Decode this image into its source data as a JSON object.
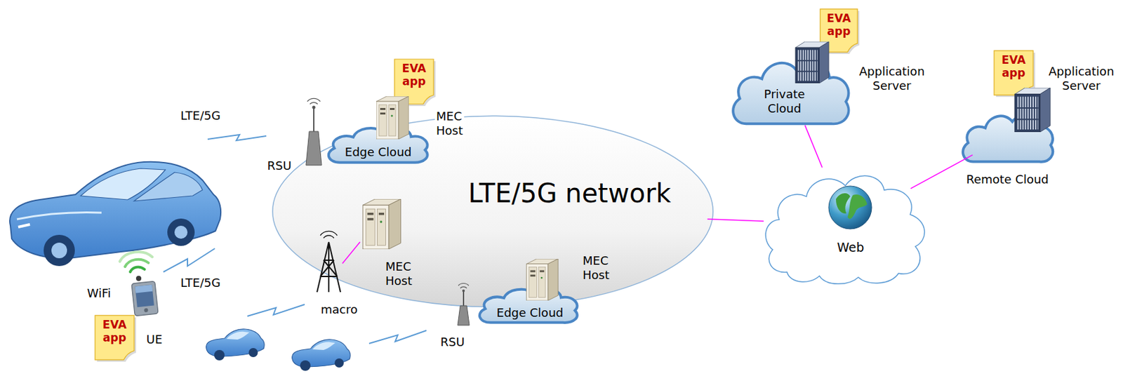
{
  "diagram": {
    "nodes": [
      {
        "text": [
          "LTE/5G network"
        ]
      },
      {
        "text": [
          "Edge Cloud"
        ]
      },
      {
        "text": [
          "EVA app"
        ]
      },
      {
        "text": [
          "Edge Cloud"
        ]
      },
      {
        "text": [
          "EVA app"
        ]
      },
      {
        "text": [
          "Private Cloud"
        ]
      },
      {
        "text": [
          "EVA app"
        ]
      },
      {
        "text": [
          "Web"
        ]
      },
      {
        "text": [
          "Remote Cloud"
        ]
      },
      {
        "text": [
          "EVA app"
        ]
      }
    ],
    "edges": [
      {
        "from": 0,
        "to": 7,
        "arrow": "none"
      },
      {
        "from": 5,
        "to": 7,
        "arrow": "none"
      },
      {
        "from": 8,
        "to": 7,
        "arrow": "none"
      }
    ],
    "labels": [
      "LTE/5G",
      "RSU",
      "MEC Host",
      "MEC Host",
      "macro",
      "MEC Host",
      "RSU",
      "LTE/5G",
      "WiFi",
      "UE",
      "Application Server",
      "Application Server"
    ]
  }
}
